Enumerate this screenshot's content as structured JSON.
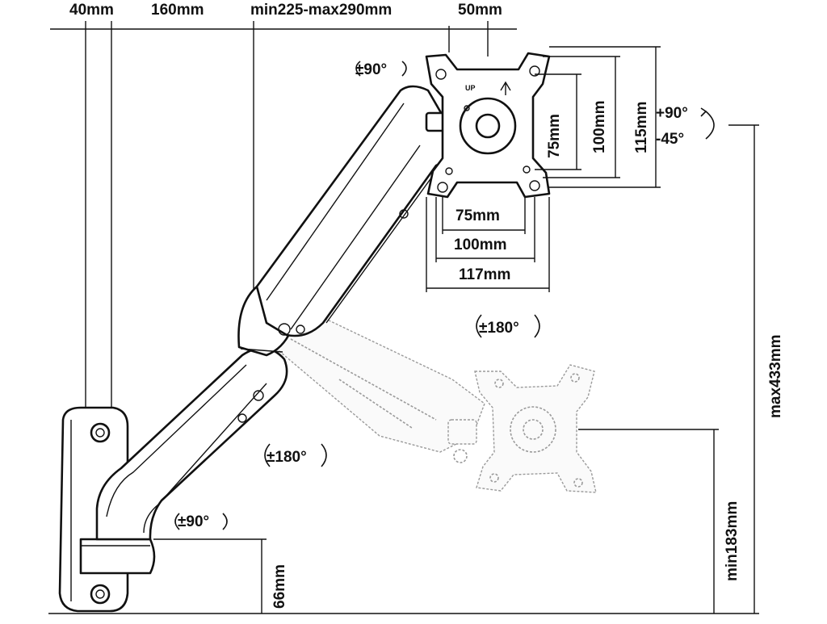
{
  "top_dims": {
    "d1": "40mm",
    "d2": "160mm",
    "d3": "min225-max290mm",
    "d4": "50mm"
  },
  "vesa": {
    "h75": "75mm",
    "h100": "100mm",
    "h117": "117mm",
    "v75": "75mm",
    "v100": "100mm",
    "v115": "115mm",
    "up_label": "UP"
  },
  "tilt": {
    "up": "+90°",
    "down": "-45°"
  },
  "rotations": {
    "top": "±90°",
    "mid_right": "±180°",
    "mid_left": "±180°",
    "base": "±90°"
  },
  "heights": {
    "max": "max433mm",
    "min": "min183mm",
    "base": "66mm"
  }
}
